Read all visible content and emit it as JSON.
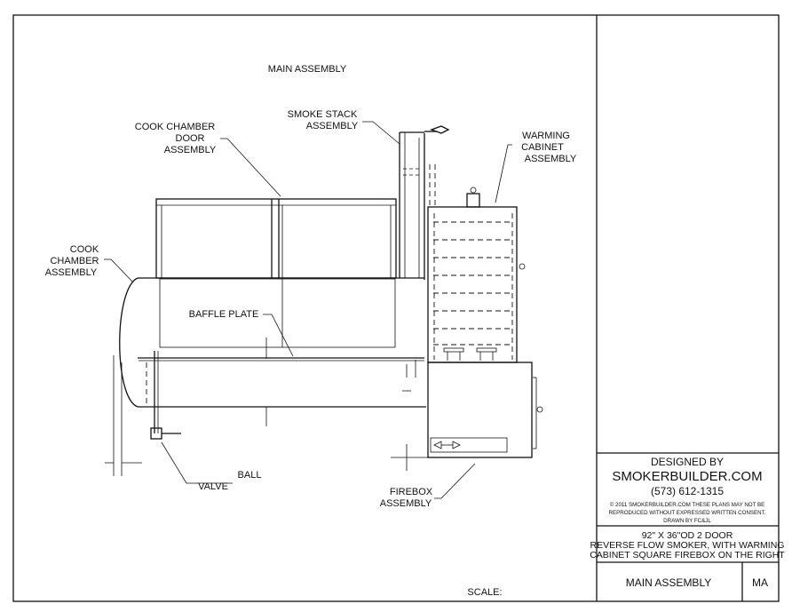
{
  "drawing": {
    "title": "MAIN ASSEMBLY",
    "callouts": {
      "cook_chamber_door": [
        "COOK CHAMBER",
        "DOOR",
        "ASSEMBLY"
      ],
      "smoke_stack": [
        "SMOKE STACK",
        "ASSEMBLY"
      ],
      "warming_cabinet": [
        "WARMING",
        "CABINET",
        "ASSEMBLY"
      ],
      "cook_chamber": [
        "COOK",
        "CHAMBER",
        "ASSEMBLY"
      ],
      "baffle_plate": "BAFFLE PLATE",
      "ball": "BALL",
      "valve": "VALVE",
      "firebox": [
        "FIREBOX",
        "ASSEMBLY"
      ]
    },
    "scale_label": "SCALE:"
  },
  "title_block": {
    "designed_by": "DESIGNED BY",
    "company": "SMOKERBUILDER.COM",
    "phone": "(573) 612-1315",
    "copyright_lines": [
      "© 2011 SMOKERBUILDER.COM THESE PLANS MAY NOT BE",
      "REPRODUCED WITHOUT EXPRESSED WRITTEN CONSENT.",
      "DRAWN BY FC&JL"
    ],
    "description_lines": [
      "92\" X 36\"OD 2 DOOR",
      "REVERSE FLOW SMOKER, WITH WARMING",
      "CABINET SQUARE FIREBOX ON THE RIGHT"
    ],
    "sheet_name": "MAIN ASSEMBLY",
    "sheet_code": "MA"
  }
}
